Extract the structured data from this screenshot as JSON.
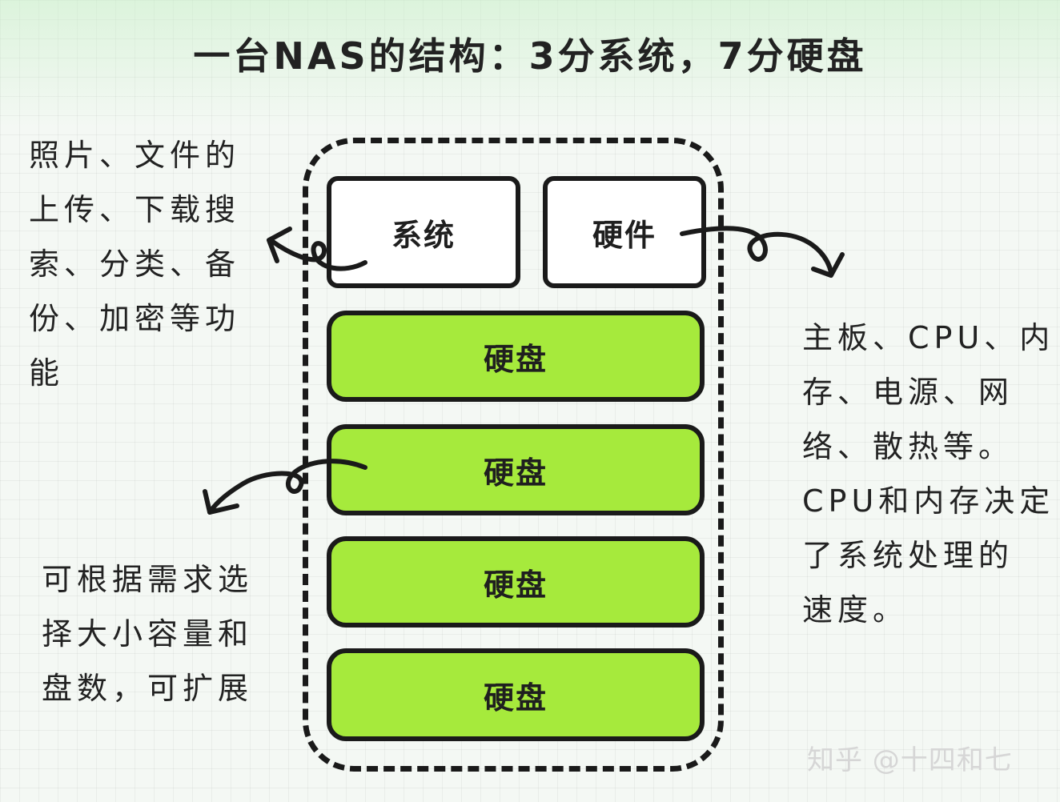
{
  "title": "一台NAS的结构：3分系统，7分硬盘",
  "boxes": {
    "system": "系统",
    "hardware": "硬件",
    "disks": [
      "硬盘",
      "硬盘",
      "硬盘",
      "硬盘"
    ]
  },
  "notes": {
    "system_lines": [
      "照片、文件的",
      "上传、下载搜",
      "索、分类、备",
      "份、加密等功",
      "能"
    ],
    "hardware_lines": [
      "主板、CPU、内",
      "存、电源、网",
      "络、散热等。",
      "CPU和内存决定",
      "了系统处理的",
      "速度。"
    ],
    "disk_lines": [
      "可根据需求选",
      "择大小容量和",
      "盘数，可扩展"
    ]
  },
  "watermark": "知乎 @十四和七",
  "colors": {
    "disk_fill": "#a6ea3c",
    "box_fill": "#ffffff",
    "stroke": "#1a1a1a"
  }
}
